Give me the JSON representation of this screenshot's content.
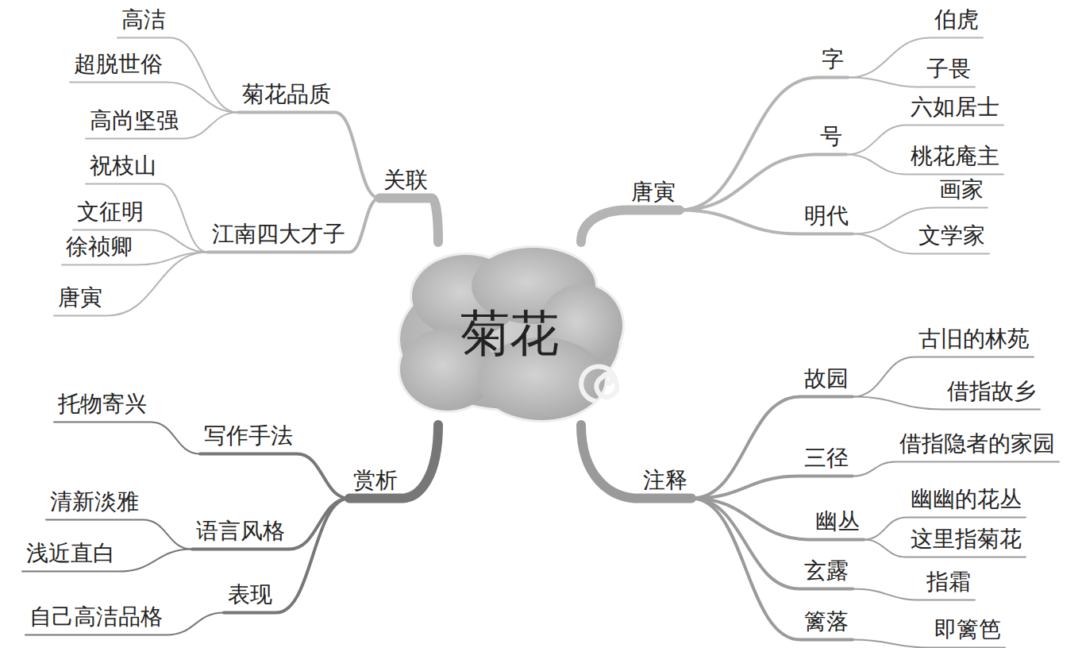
{
  "diagram": {
    "nodes": [
      {
        "text": [
          "菊花"
        ]
      },
      {
        "text": [
          "关联"
        ]
      },
      {
        "text": [
          "菊花品质"
        ]
      },
      {
        "text": [
          "高洁"
        ]
      },
      {
        "text": [
          "超脱世俗"
        ]
      },
      {
        "text": [
          "高尚坚强"
        ]
      },
      {
        "text": [
          "江南四大才子"
        ]
      },
      {
        "text": [
          "祝枝山"
        ]
      },
      {
        "text": [
          "文征明"
        ]
      },
      {
        "text": [
          "徐祯卿"
        ]
      },
      {
        "text": [
          "唐寅"
        ]
      },
      {
        "text": [
          "唐寅"
        ]
      },
      {
        "text": [
          "字"
        ]
      },
      {
        "text": [
          "伯虎"
        ]
      },
      {
        "text": [
          "子畏"
        ]
      },
      {
        "text": [
          "号"
        ]
      },
      {
        "text": [
          "六如居士"
        ]
      },
      {
        "text": [
          "桃花庵主"
        ]
      },
      {
        "text": [
          "明代"
        ]
      },
      {
        "text": [
          "画家"
        ]
      },
      {
        "text": [
          "文学家"
        ]
      },
      {
        "text": [
          "赏析"
        ]
      },
      {
        "text": [
          "写作手法"
        ]
      },
      {
        "text": [
          "托物寄兴"
        ]
      },
      {
        "text": [
          "语言风格"
        ]
      },
      {
        "text": [
          "清新淡雅"
        ]
      },
      {
        "text": [
          "浅近直白"
        ]
      },
      {
        "text": [
          "表现"
        ]
      },
      {
        "text": [
          "自己高洁品格"
        ]
      },
      {
        "text": [
          "注释"
        ]
      },
      {
        "text": [
          "故园"
        ]
      },
      {
        "text": [
          "古旧的林苑"
        ]
      },
      {
        "text": [
          "借指故乡"
        ]
      },
      {
        "text": [
          "三径"
        ]
      },
      {
        "text": [
          "借指隐者的家园"
        ]
      },
      {
        "text": [
          "幽丛"
        ]
      },
      {
        "text": [
          "幽幽的花丛"
        ]
      },
      {
        "text": [
          "这里指菊花"
        ]
      },
      {
        "text": [
          "玄露"
        ]
      },
      {
        "text": [
          "指霜"
        ]
      },
      {
        "text": [
          "篱落"
        ]
      },
      {
        "text": [
          "即篱笆"
        ]
      }
    ],
    "edges": [
      {
        "from": 0,
        "to": 1,
        "arrow": "none"
      },
      {
        "from": 1,
        "to": 2,
        "arrow": "none"
      },
      {
        "from": 2,
        "to": 3,
        "arrow": "none"
      },
      {
        "from": 2,
        "to": 4,
        "arrow": "none"
      },
      {
        "from": 2,
        "to": 5,
        "arrow": "none"
      },
      {
        "from": 1,
        "to": 6,
        "arrow": "none"
      },
      {
        "from": 6,
        "to": 7,
        "arrow": "none"
      },
      {
        "from": 6,
        "to": 8,
        "arrow": "none"
      },
      {
        "from": 6,
        "to": 9,
        "arrow": "none"
      },
      {
        "from": 6,
        "to": 10,
        "arrow": "none"
      },
      {
        "from": 0,
        "to": 11,
        "arrow": "none"
      },
      {
        "from": 11,
        "to": 12,
        "arrow": "none"
      },
      {
        "from": 12,
        "to": 13,
        "arrow": "none"
      },
      {
        "from": 12,
        "to": 14,
        "arrow": "none"
      },
      {
        "from": 11,
        "to": 15,
        "arrow": "none"
      },
      {
        "from": 15,
        "to": 16,
        "arrow": "none"
      },
      {
        "from": 15,
        "to": 17,
        "arrow": "none"
      },
      {
        "from": 11,
        "to": 18,
        "arrow": "none"
      },
      {
        "from": 18,
        "to": 19,
        "arrow": "none"
      },
      {
        "from": 18,
        "to": 20,
        "arrow": "none"
      },
      {
        "from": 0,
        "to": 21,
        "arrow": "none"
      },
      {
        "from": 21,
        "to": 22,
        "arrow": "none"
      },
      {
        "from": 22,
        "to": 23,
        "arrow": "none"
      },
      {
        "from": 21,
        "to": 24,
        "arrow": "none"
      },
      {
        "from": 24,
        "to": 25,
        "arrow": "none"
      },
      {
        "from": 24,
        "to": 26,
        "arrow": "none"
      },
      {
        "from": 21,
        "to": 27,
        "arrow": "none"
      },
      {
        "from": 27,
        "to": 28,
        "arrow": "none"
      },
      {
        "from": 0,
        "to": 29,
        "arrow": "none"
      },
      {
        "from": 29,
        "to": 30,
        "arrow": "none"
      },
      {
        "from": 30,
        "to": 31,
        "arrow": "none"
      },
      {
        "from": 30,
        "to": 32,
        "arrow": "none"
      },
      {
        "from": 29,
        "to": 33,
        "arrow": "none"
      },
      {
        "from": 33,
        "to": 34,
        "arrow": "none"
      },
      {
        "from": 29,
        "to": 35,
        "arrow": "none"
      },
      {
        "from": 35,
        "to": 36,
        "arrow": "none"
      },
      {
        "from": 35,
        "to": 37,
        "arrow": "none"
      },
      {
        "from": 29,
        "to": 38,
        "arrow": "none"
      },
      {
        "from": 38,
        "to": 39,
        "arrow": "none"
      },
      {
        "from": 29,
        "to": 40,
        "arrow": "none"
      },
      {
        "from": 40,
        "to": 41,
        "arrow": "none"
      }
    ]
  }
}
